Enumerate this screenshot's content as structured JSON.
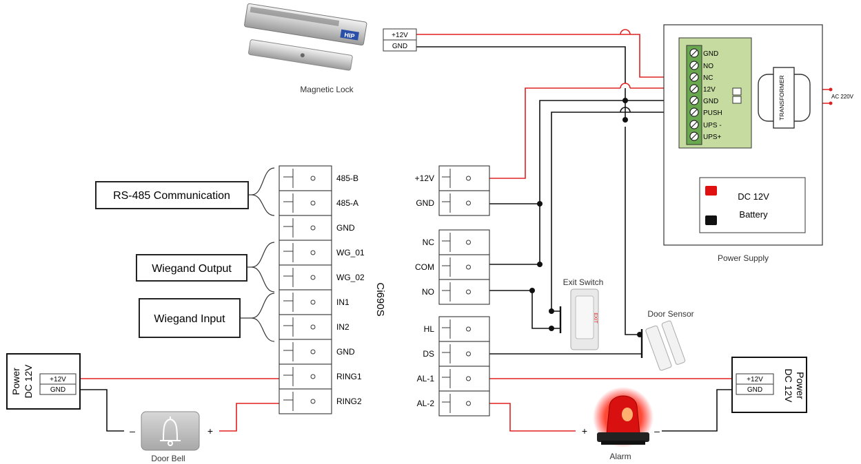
{
  "device": {
    "name": "Ci690S",
    "left_terminals": [
      "485-B",
      "485-A",
      "GND",
      "WG_01",
      "WG_02",
      "IN1",
      "IN2",
      "GND",
      "RING1",
      "RING2"
    ],
    "right_terminals": [
      "+12V",
      "GND",
      "NC",
      "COM",
      "NO",
      "HL",
      "DS",
      "AL-1",
      "AL-2"
    ]
  },
  "groups": {
    "rs485": "RS-485 Communication",
    "wiegand_output": "Wiegand Output",
    "wiegand_input": "Wiegand Input"
  },
  "magnetic_lock": {
    "label": "Magnetic Lock",
    "brand": "HIP",
    "wires": [
      "+12V",
      "GND"
    ]
  },
  "power_supply": {
    "label": "Power Supply",
    "terminals": [
      "GND",
      "NO",
      "NC",
      "12V",
      "GND",
      "PUSH",
      "UPS -",
      "UPS+"
    ],
    "transformer": "TRANSFORMER",
    "ac": "AC 220V",
    "battery": [
      "DC 12V",
      "Battery"
    ]
  },
  "exit_switch": {
    "label": "Exit Switch",
    "text": "EXIT"
  },
  "door_sensor": {
    "label": "Door Sensor"
  },
  "left_power": {
    "title": [
      "Power",
      "DC 12V"
    ],
    "terminals": [
      "+12V",
      "GND"
    ]
  },
  "right_power": {
    "title": [
      "Power",
      "DC 12V"
    ],
    "terminals": [
      "+12V",
      "GND"
    ]
  },
  "door_bell": {
    "label": "Door Bell",
    "minus": "–",
    "plus": "+"
  },
  "alarm": {
    "label": "Alarm",
    "plus": "+",
    "minus": "–"
  },
  "colors": {
    "red_wire": "#e02020",
    "black_wire": "#111111",
    "psu_board": "#c5dba0",
    "terminal_green": "#6aa84f"
  }
}
